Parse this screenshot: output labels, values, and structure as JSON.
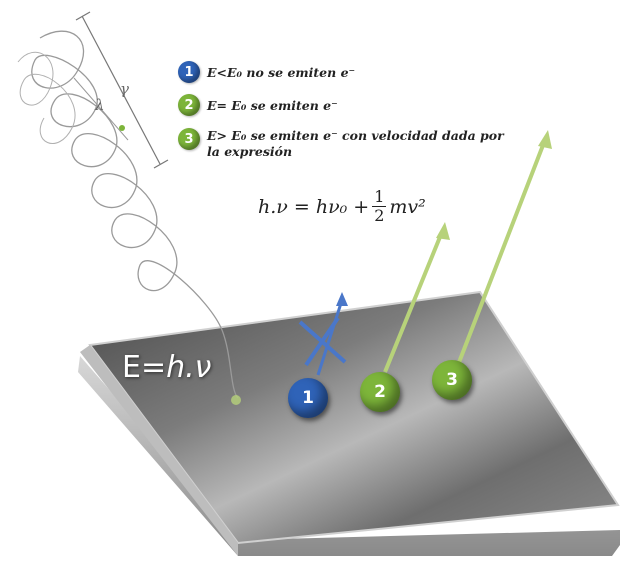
{
  "legend": [
    {
      "number": "1",
      "text": "E<E₀ no se emiten e⁻",
      "color": "#2f63b8"
    },
    {
      "number": "2",
      "text": "E= E₀ se emiten e⁻",
      "color": "#7db53a"
    },
    {
      "number": "3",
      "text": "E> E₀ se emiten e⁻ con velocidad dada por la expresión",
      "color": "#7db53a"
    }
  ],
  "formula": {
    "lhs": "h.ν = hν₀ +",
    "frac_num": "1",
    "frac_den": "2",
    "rhs": "mv²"
  },
  "energy_label": {
    "prefix": "E=",
    "symbol": "h.ν"
  },
  "wave": {
    "lambda_label": "λ",
    "second_label": "γ"
  },
  "electrons": [
    {
      "number": "1",
      "color": "#2f63b8"
    },
    {
      "number": "2",
      "color": "#7db53a"
    },
    {
      "number": "3",
      "color": "#7db53a"
    }
  ],
  "colors": {
    "arrow": "#b7d27a",
    "blocked_arrow": "#4a77c9",
    "wave": "#9a9a9a",
    "plate": "#6a6a6a"
  }
}
